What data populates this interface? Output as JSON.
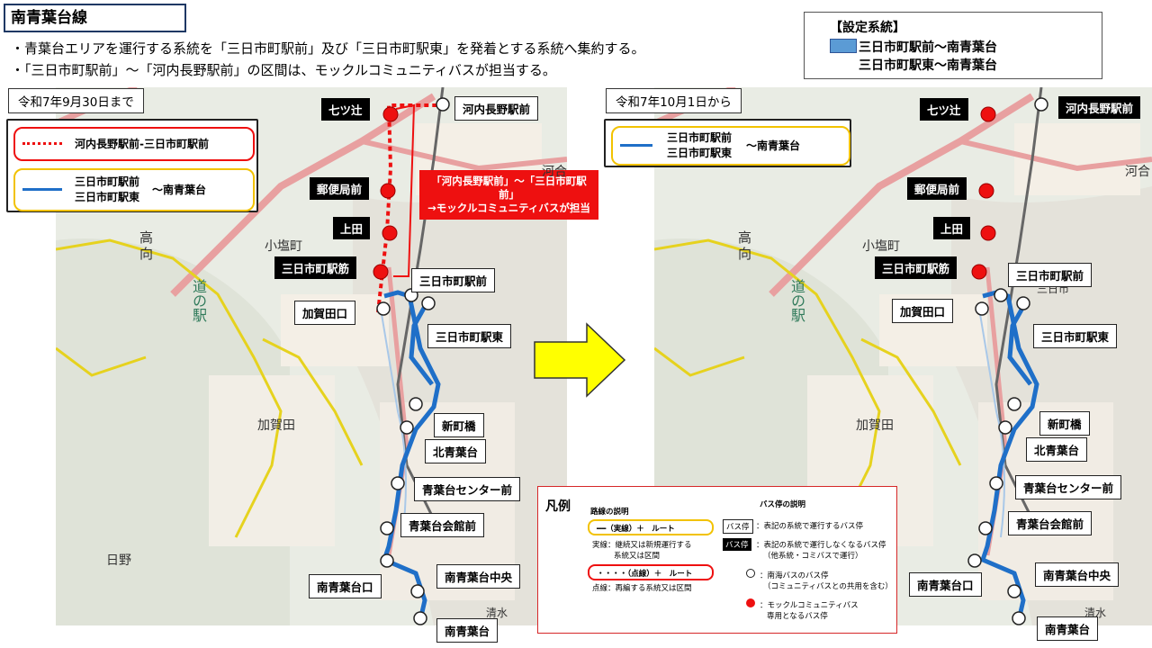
{
  "title": "南青葉台線",
  "description": [
    "・青葉台エリアを運行する系統を「三日市町駅前」及び「三日市町駅東」を発着とする系統へ集約する。",
    "・「三日市町駅前」～「河内長野駅前」の区間は、モックルコミュニティバスが担当する。"
  ],
  "settings": {
    "heading": "【設定系統】",
    "line1": "三日市町駅前～南青葉台",
    "line2": "三日市町駅東～南青葉台"
  },
  "left_map": {
    "date": "令和7年9月30日まで",
    "legend_dotted": "河内長野駅前-三日市町駅前",
    "legend_solid_1": "三日市町駅前",
    "legend_solid_2": "三日市町駅東",
    "legend_solid_suffix": "～南青葉台",
    "note_line1": "「河内長野駅前」～「三日市町駅前」",
    "note_line2": "→モックルコミュニティバスが担当"
  },
  "right_map": {
    "date": "令和7年10月1日から",
    "legend_solid_1": "三日市町駅前",
    "legend_solid_2": "三日市町駅東",
    "legend_solid_suffix": "～南青葉台"
  },
  "stops": {
    "nanatsutsuji": "七ツ辻",
    "kawachinagano": "河内長野駅前",
    "yubinkyoku": "郵便局前",
    "ueda": "上田",
    "mikkaichi_suji": "三日市町駅筋",
    "mikkaichi_mae": "三日市町駅前",
    "kagataguchi": "加賀田口",
    "mikkaichi_higashi": "三日市町駅東",
    "shinmachibashi": "新町橋",
    "kita_aobadai": "北青葉台",
    "aobadai_center": "青葉台センター前",
    "aobadai_kaikan": "青葉台会館前",
    "minami_aobadai_guchi": "南青葉台口",
    "minami_aobadai_chuo": "南青葉台中央",
    "minami_aobadai": "南青葉台"
  },
  "places": {
    "kouko": "高\n向",
    "koshiocho": "小塩町",
    "michinoeki": "道の駅",
    "kagata": "加賀田",
    "hino": "日野",
    "kawai": "河合",
    "kiyomizu": "清水",
    "mikkaichi_map": "三日市"
  },
  "legend": {
    "title": "凡例",
    "route_heading": "路線の説明",
    "stop_heading": "バス停の説明",
    "solid_label": "━━（実線）＋　ルート",
    "solid_desc1": "実線：継続又は新規運行する",
    "solid_desc2": "系統又は区間",
    "dotted_label": "・・・・（点線）＋　ルート",
    "dotted_desc": "点線：再編する系統又は区間",
    "stop_white_tag": "バス停",
    "stop_white_desc": "：表記の系統で運行するバス停",
    "stop_black_tag": "バス停",
    "stop_black_desc1": "：表記の系統で運行しなくなるバス停",
    "stop_black_desc2": "（他系統・コミバスで運行）",
    "circle_white_desc1": "：南海バスのバス停",
    "circle_white_desc2": "（コミュニティバスとの共用を含む）",
    "circle_red_desc1": "：モックルコミュニティバス",
    "circle_red_desc2": "専用となるバス停"
  },
  "colors": {
    "route_blue": "#1f6fc8",
    "route_red": "#ee1010",
    "arrow_yellow": "#ffff00",
    "legend_gold": "#f2c200"
  }
}
